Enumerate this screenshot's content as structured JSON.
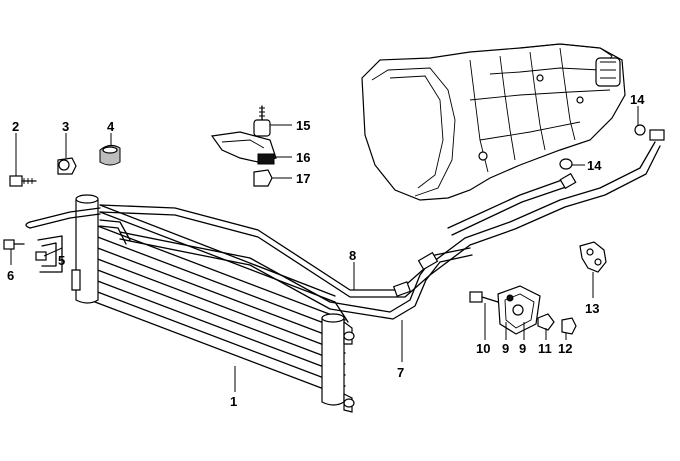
{
  "callouts": [
    {
      "id": "c1",
      "text": "1"
    },
    {
      "id": "c2",
      "text": "2"
    },
    {
      "id": "c3",
      "text": "3"
    },
    {
      "id": "c4",
      "text": "4"
    },
    {
      "id": "c5",
      "text": "5"
    },
    {
      "id": "c6",
      "text": "6"
    },
    {
      "id": "c7",
      "text": "7"
    },
    {
      "id": "c8",
      "text": "8"
    },
    {
      "id": "c9a",
      "text": "9"
    },
    {
      "id": "c9b",
      "text": "9"
    },
    {
      "id": "c10",
      "text": "10"
    },
    {
      "id": "c11",
      "text": "11"
    },
    {
      "id": "c12",
      "text": "12"
    },
    {
      "id": "c13",
      "text": "13"
    },
    {
      "id": "c14a",
      "text": "14"
    },
    {
      "id": "c14b",
      "text": "14"
    },
    {
      "id": "c15",
      "text": "15"
    },
    {
      "id": "c16",
      "text": "16"
    },
    {
      "id": "c17",
      "text": "17"
    }
  ]
}
